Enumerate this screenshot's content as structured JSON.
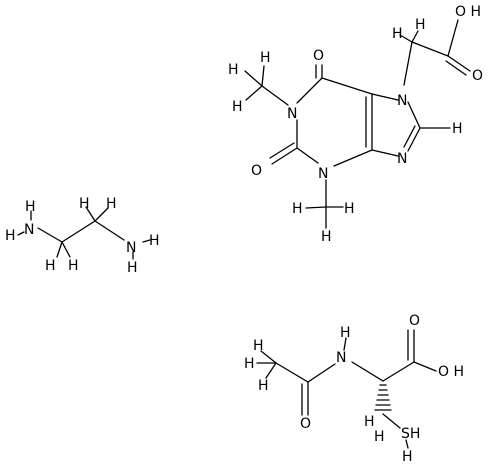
{
  "molecules": [
    {
      "labels": {
        "oh": "O H",
        "o_acid": "O",
        "n7": "N",
        "n1": "N",
        "o6": "O",
        "h8": "H",
        "o2": "O",
        "n3": "N",
        "n9": "N"
      },
      "methyl_h": [
        "H",
        "H",
        "H",
        "H",
        "H",
        "H"
      ],
      "ch2_h": [
        "H",
        "H"
      ]
    },
    {
      "labels": {
        "n_left": "N",
        "n_right": "N"
      },
      "h_atoms": [
        "H",
        "H",
        "H",
        "H",
        "H",
        "H",
        "H",
        "H"
      ]
    },
    {
      "labels": {
        "o_top": "O",
        "n_amide": "N",
        "h_amide": "H",
        "oh": "O H",
        "o_amide": "O",
        "sh": "SH",
        "h_s": "H"
      },
      "h_atoms": [
        "H",
        "H",
        "H",
        "H",
        "H"
      ]
    }
  ]
}
